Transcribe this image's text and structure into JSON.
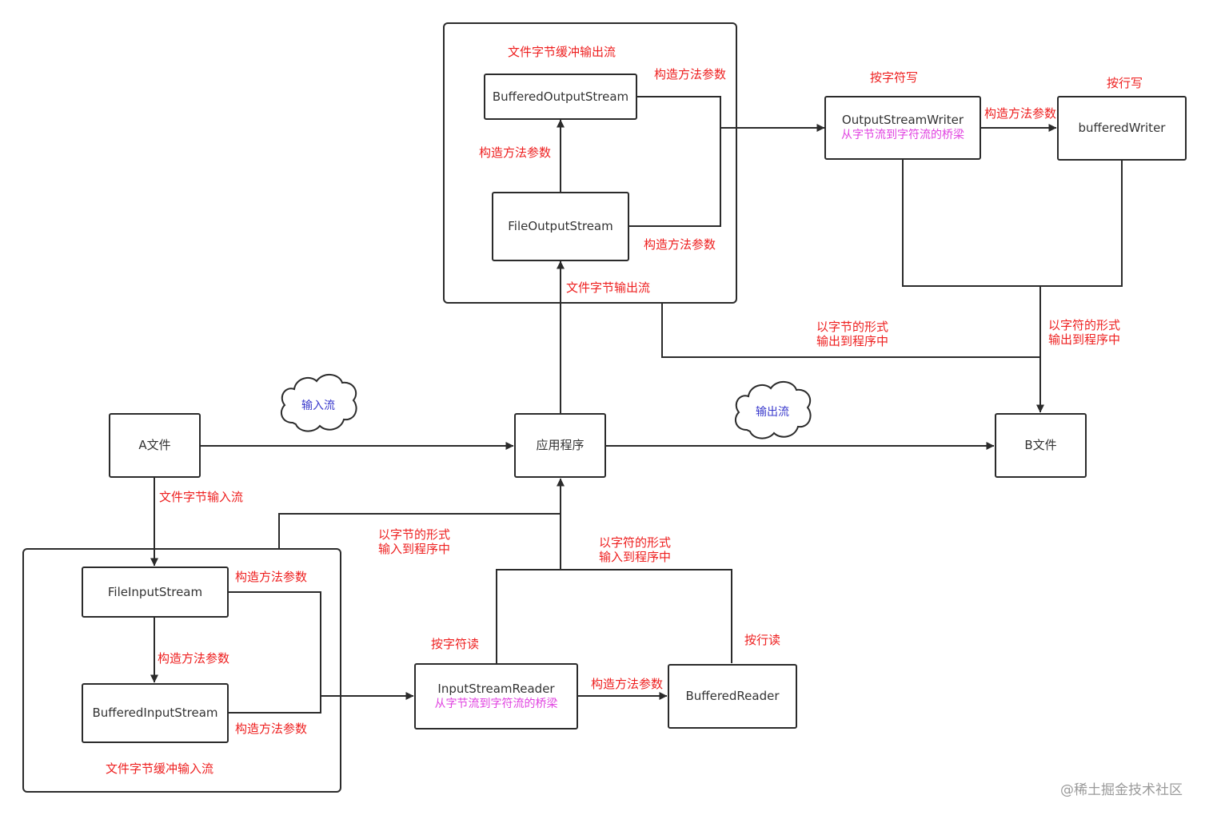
{
  "nodes": {
    "a_file": "A文件",
    "app": "应用程序",
    "b_file": "B文件",
    "file_input_stream": "FileInputStream",
    "buffered_input_stream": "BufferedInputStream",
    "input_stream_reader": "InputStreamReader",
    "input_stream_reader_sub": "从字节流到字符流的桥梁",
    "buffered_reader": "BufferedReader",
    "file_output_stream": "FileOutputStream",
    "buffered_output_stream": "BufferedOutputStream",
    "output_stream_writer": "OutputStreamWriter",
    "output_stream_writer_sub": "从字节流到字符流的桥梁",
    "buffered_writer": "bufferedWriter"
  },
  "clouds": {
    "input": "输入流",
    "output": "输出流"
  },
  "labels": {
    "byte_buffered_output_stream": "文件字节缓冲输出流",
    "ctor_bos_right": "构造方法参数",
    "ctor_fos_to_bos": "构造方法参数",
    "ctor_fos_right": "构造方法参数",
    "byte_output_stream": "文件字节输出流",
    "write_by_char": "按字符写",
    "write_by_line": "按行写",
    "ctor_osw_to_bw": "构造方法参数",
    "byte_form_output_1": "以字节的形式",
    "byte_form_output_2": "输出到程序中",
    "char_form_output_1": "以字符的形式",
    "char_form_output_2": "输出到程序中",
    "byte_input_stream": "文件字节输入流",
    "byte_form_input_1": "以字节的形式",
    "byte_form_input_2": "输入到程序中",
    "char_form_input_1": "以字符的形式",
    "char_form_input_2": "输入到程序中",
    "ctor_fis_right": "构造方法参数",
    "ctor_fis_to_bis": "构造方法参数",
    "ctor_bis_right": "构造方法参数",
    "byte_buffered_input_stream": "文件字节缓冲输入流",
    "read_by_char": "按字符读",
    "read_by_line": "按行读",
    "ctor_isr_to_br": "构造方法参数"
  },
  "watermark": "@稀土掘金技术社区",
  "colors": {
    "label": "#ee2020",
    "bridge": "#e040e0",
    "cloud_text": "#3a3acc",
    "line": "#2b2b2b"
  }
}
